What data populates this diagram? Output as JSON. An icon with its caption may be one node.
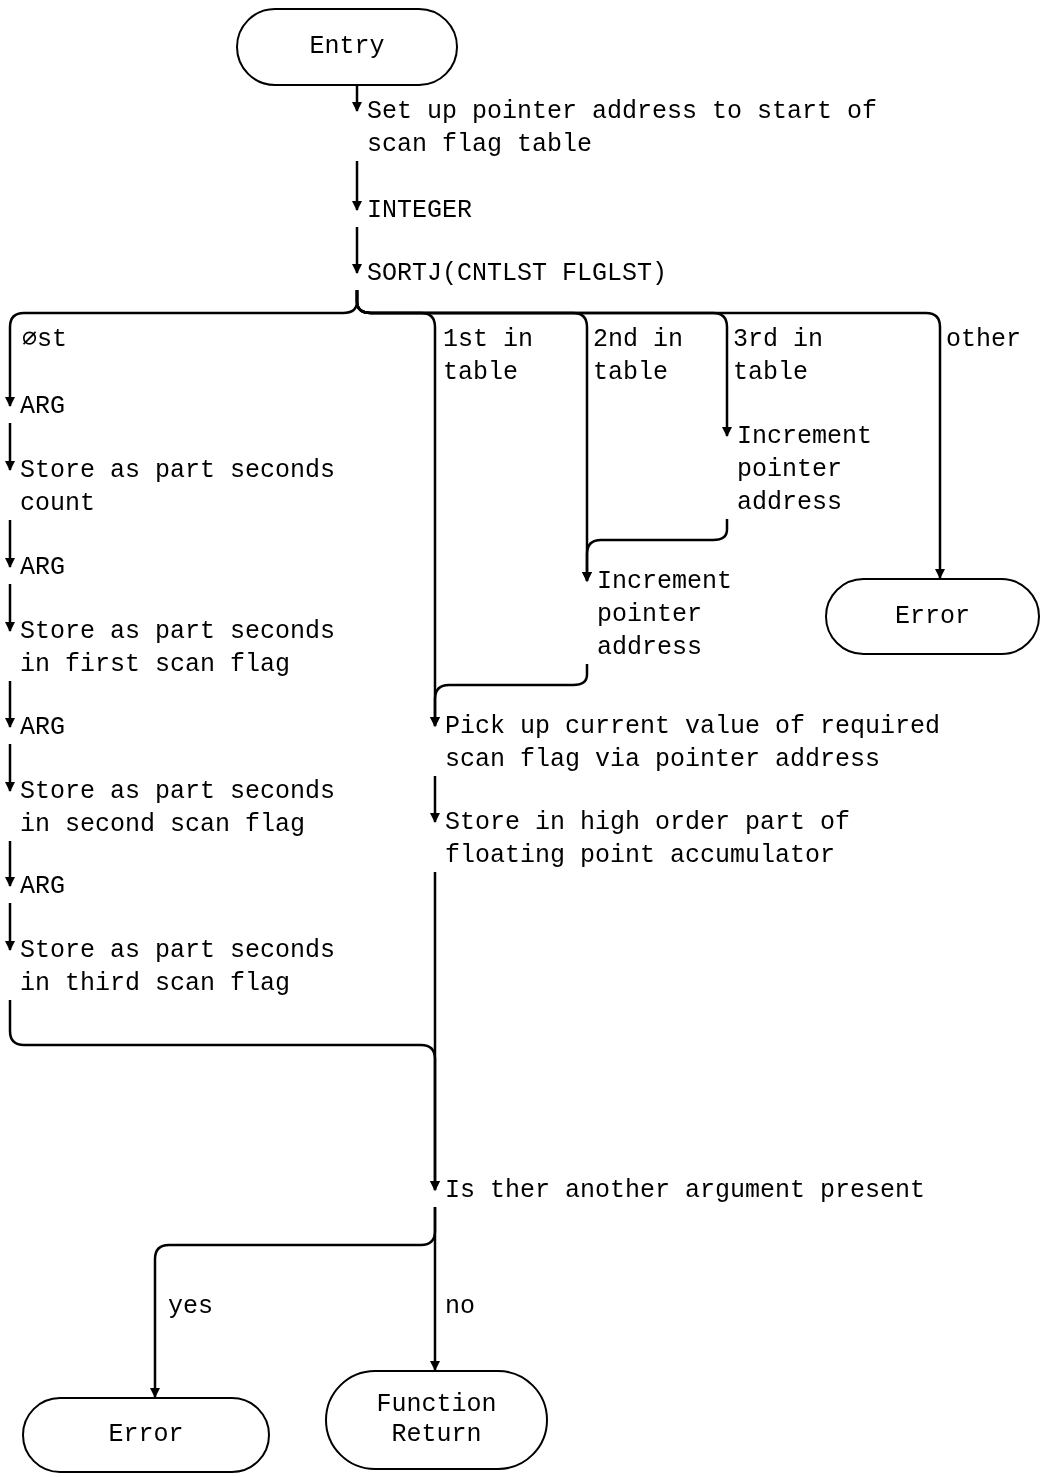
{
  "diagram": {
    "nodes": [
      {
        "text": [
          "Entry"
        ]
      },
      {
        "text": [
          "Set up pointer address to start of scan flag table"
        ]
      },
      {
        "text": [
          "INTEGER"
        ]
      },
      {
        "text": [
          "SORTJ(CNTLST FLGLST)"
        ]
      },
      {
        "text": [
          "ARG"
        ]
      },
      {
        "text": [
          "Store as part seconds count"
        ]
      },
      {
        "text": [
          "ARG"
        ]
      },
      {
        "text": [
          "Store as part seconds in first scan flag"
        ]
      },
      {
        "text": [
          "ARG"
        ]
      },
      {
        "text": [
          "Store as part seconds in second scan flag"
        ]
      },
      {
        "text": [
          "ARG"
        ]
      },
      {
        "text": [
          "Store as part seconds in third scan flag"
        ]
      },
      {
        "text": [
          "Increment pointer address"
        ]
      },
      {
        "text": [
          "Error"
        ]
      },
      {
        "text": [
          "Increment pointer address"
        ]
      },
      {
        "text": [
          "Pick up current value of required scan flag via pointer address"
        ]
      },
      {
        "text": [
          "Store in high order part of floating point accumulator"
        ]
      },
      {
        "text": [
          "Is ther another argument present"
        ]
      },
      {
        "text": [
          "Error"
        ]
      },
      {
        "text": [
          "Function Return"
        ]
      }
    ],
    "edges": [
      {
        "from": 0,
        "to": 1,
        "arrow": "to"
      },
      {
        "from": 1,
        "to": 2,
        "arrow": "to"
      },
      {
        "from": 2,
        "to": 3,
        "arrow": "to"
      },
      {
        "from": 3,
        "to": 4,
        "arrow": "to",
        "label": "∅st"
      },
      {
        "from": 4,
        "to": 5,
        "arrow": "to"
      },
      {
        "from": 5,
        "to": 6,
        "arrow": "to"
      },
      {
        "from": 6,
        "to": 7,
        "arrow": "to"
      },
      {
        "from": 7,
        "to": 8,
        "arrow": "to"
      },
      {
        "from": 8,
        "to": 9,
        "arrow": "to"
      },
      {
        "from": 9,
        "to": 10,
        "arrow": "to"
      },
      {
        "from": 10,
        "to": 11,
        "arrow": "to"
      },
      {
        "from": 11,
        "to": 17,
        "arrow": "to"
      },
      {
        "from": 3,
        "to": 15,
        "arrow": "to",
        "label": "1st in table"
      },
      {
        "from": 3,
        "to": 14,
        "arrow": "to",
        "label": "2nd in table"
      },
      {
        "from": 3,
        "to": 12,
        "arrow": "to",
        "label": "3rd in table"
      },
      {
        "from": 12,
        "to": 14,
        "arrow": "to"
      },
      {
        "from": 14,
        "to": 15,
        "arrow": "to"
      },
      {
        "from": 3,
        "to": 13,
        "arrow": "to",
        "label": "other"
      },
      {
        "from": 15,
        "to": 16,
        "arrow": "to"
      },
      {
        "from": 16,
        "to": 17,
        "arrow": "to"
      },
      {
        "from": 17,
        "to": 18,
        "arrow": "to",
        "label": "yes"
      },
      {
        "from": 17,
        "to": 19,
        "arrow": "to",
        "label": "no"
      }
    ]
  }
}
